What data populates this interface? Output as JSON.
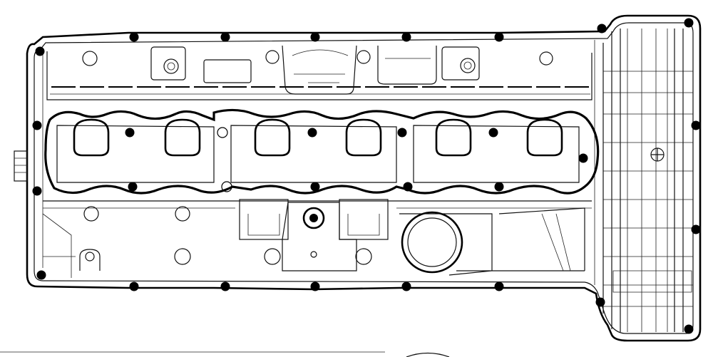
{
  "drawing": {
    "subject": "valve-cover",
    "line_color": "#000000",
    "background": "#ffffff",
    "bolts_top_row": 6,
    "bolts_bottom_row": 7,
    "coil_wells": 6
  }
}
